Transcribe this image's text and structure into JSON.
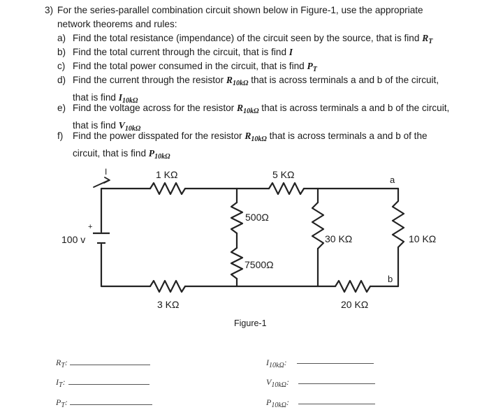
{
  "question": {
    "number": "3)",
    "stem": "For the series-parallel combination circuit shown below in Figure-1, use the appropriate network theorems and rules:",
    "parts": [
      {
        "label": "a)",
        "text": "Find the total resistance (impendance) of the circuit seen by the source, that is find ",
        "sym": "R",
        "sub": "T",
        "after": ""
      },
      {
        "label": "b)",
        "text": "Find the total current through the circuit, that is find ",
        "sym": "I",
        "sub": "",
        "after": ""
      },
      {
        "label": "c)",
        "text": "Find the total power consumed in the circuit, that is find ",
        "sym": "P",
        "sub": "T",
        "after": ""
      },
      {
        "label": "d)",
        "text": "Find the current through the resistor ",
        "sym": "R",
        "sub": "10kΩ",
        "after": " that is across terminals a and b of the circuit, that is find ",
        "sym2": "I",
        "sub2": "10kΩ"
      },
      {
        "label": "e)",
        "text": "Find the voltage across for the resistor ",
        "sym": "R",
        "sub": "10kΩ",
        "after": " that is across terminals a and b of the circuit, that is find ",
        "sym2": "V",
        "sub2": "10kΩ"
      },
      {
        "label": "f)",
        "text": "Find the power disspated for the resistor ",
        "sym": "R",
        "sub": "10kΩ",
        "after": " that is across terminals a and b of the circuit, that is find ",
        "sym2": "P",
        "sub2": "10kΩ"
      }
    ]
  },
  "figure": {
    "caption": "Figure-1",
    "source_label": "100 v",
    "source_plus": "+",
    "current_label": "I",
    "node_a": "a",
    "node_b": "b",
    "resistors": {
      "r1k": "1 KΩ",
      "r5k": "5 KΩ",
      "r500": "500Ω",
      "r7500": "7500Ω",
      "r30k": "30 KΩ",
      "r10k": "10 KΩ",
      "r3k": "3 KΩ",
      "r20k": "20 KΩ"
    }
  },
  "answers": [
    {
      "sym": "R",
      "sub": "T",
      "suffix": ":"
    },
    {
      "sym": "I",
      "sub": "T",
      "suffix": ":"
    },
    {
      "sym": "P",
      "sub": "T",
      "suffix": ":"
    },
    {
      "sym": "I",
      "sub": "10kΩ",
      "suffix": ":"
    },
    {
      "sym": "V",
      "sub": "10kΩ",
      "suffix": ":"
    },
    {
      "sym": "P",
      "sub": "10kΩ",
      "suffix": ":"
    }
  ]
}
